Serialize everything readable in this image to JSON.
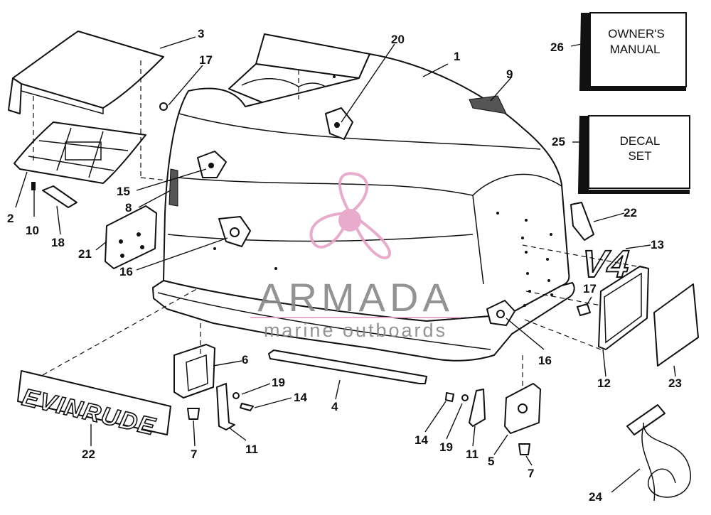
{
  "diagram": {
    "callouts": [
      "1",
      "2",
      "3",
      "4",
      "5",
      "6",
      "7",
      "7",
      "8",
      "9",
      "10",
      "11",
      "11",
      "12",
      "13",
      "14",
      "14",
      "15",
      "16",
      "16",
      "17",
      "17",
      "18",
      "19",
      "19",
      "20",
      "21",
      "22",
      "22",
      "23",
      "24",
      "25",
      "26"
    ],
    "owners_manual": {
      "line1": "OWNER'S",
      "line2": "MANUAL"
    },
    "decal_set": {
      "line1": "DECAL",
      "line2": "SET"
    },
    "evinrude_text": "EVINRUDE",
    "v4_text": "V4"
  },
  "watermark": {
    "brand": "ARMADA",
    "tagline": "marine outboards",
    "color": "#e6a3c6"
  }
}
